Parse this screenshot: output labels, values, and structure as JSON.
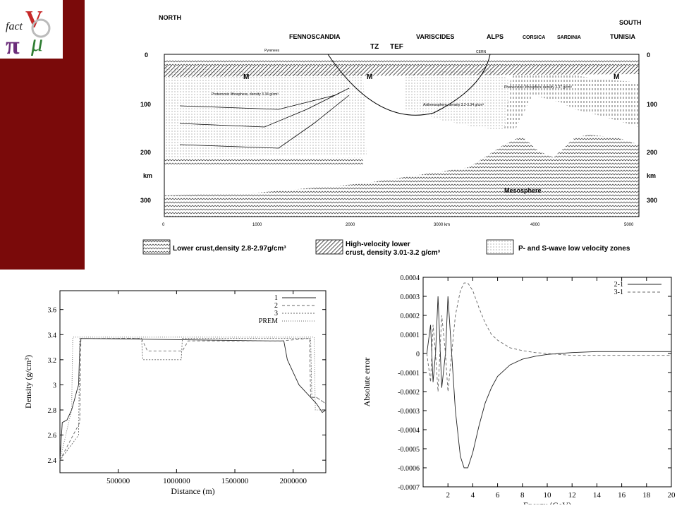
{
  "colors": {
    "sidebar": "#7a0a0a",
    "logo_green": "#2e7d32",
    "logo_purple": "#6b2d7a",
    "logo_red": "#c62828"
  },
  "logo": {
    "text_fact": "fact",
    "text_v": "V",
    "text_pi": "π",
    "text_mu": "μ"
  },
  "section": {
    "regions": [
      "NORTH",
      "FENNOSCANDIA",
      "TZ",
      "TEF",
      "VARISCIDES",
      "ALPS",
      "CORSICA",
      "SARDINIA",
      "SOUTH",
      "TUNISIA"
    ],
    "small_labels": [
      "Pyrenees",
      "CERN",
      "Proterozoic lithosphere, density 3.34 g/cm³",
      "Asthenosphere, density 3.2-3.34 g/cm³",
      "Phanerozoic lithosphere density 3.37 g/cm³",
      "Mesosphere"
    ],
    "moho_marks": [
      "M",
      "M",
      "M"
    ],
    "depth_ticks": [
      "0",
      "100",
      "200",
      "km",
      "300"
    ],
    "distance_ticks": [
      "0",
      "1000",
      "2000",
      "3000  km",
      "4000",
      "5000"
    ],
    "legend": [
      {
        "key": "lower-crust",
        "label": "Lower crust,density 2.8-2.97g/cm³"
      },
      {
        "key": "high-velocity",
        "label": "High-velocity lower crust, density 3.01-3.2 g/cm³"
      },
      {
        "key": "low-velocity",
        "label": "P- and S-wave low velocity zones"
      }
    ]
  },
  "chart_data": [
    {
      "type": "line",
      "xlabel": "Distance (m)",
      "ylabel": "Density (g/cm³)",
      "xlim": [
        0,
        2280000
      ],
      "ylim": [
        2.3,
        3.75
      ],
      "x_ticks": [
        500000,
        1000000,
        1500000,
        2000000
      ],
      "y_ticks": [
        2.4,
        2.6,
        2.8,
        3,
        3.2,
        3.4,
        3.6
      ],
      "legend_position": "top-right",
      "series": [
        {
          "name": "1",
          "x": [
            0,
            20000,
            60000,
            100000,
            130000,
            150000,
            160000,
            170000,
            180000,
            1800000,
            1920000,
            1930000,
            1950000,
            2000000,
            2050000,
            2100000,
            2150000,
            2200000,
            2250000,
            2280000
          ],
          "y": [
            2.4,
            2.7,
            2.72,
            2.8,
            2.9,
            2.97,
            3.0,
            3.3,
            3.37,
            3.35,
            3.35,
            3.3,
            3.2,
            3.1,
            3.0,
            2.95,
            2.9,
            2.85,
            2.78,
            2.8
          ]
        },
        {
          "name": "2",
          "x": [
            0,
            170000,
            180000,
            700000,
            750000,
            1050000,
            1100000,
            1900000,
            2140000,
            2150000,
            2200000,
            2280000
          ],
          "y": [
            2.4,
            2.7,
            3.37,
            3.37,
            3.27,
            3.27,
            3.35,
            3.35,
            3.37,
            2.9,
            2.9,
            2.85
          ]
        },
        {
          "name": "3",
          "x": [
            0,
            160000,
            170000,
            700000,
            710000,
            1040000,
            1050000,
            2150000,
            2160000,
            2200000,
            2280000
          ],
          "y": [
            2.4,
            2.6,
            3.37,
            3.37,
            3.2,
            3.2,
            3.37,
            3.37,
            2.9,
            2.9,
            2.85
          ]
        },
        {
          "name": "PREM",
          "x": [
            0,
            100000,
            110000,
            2180000,
            2190000,
            2280000
          ],
          "y": [
            2.4,
            2.8,
            3.38,
            3.38,
            2.8,
            2.8
          ]
        }
      ]
    },
    {
      "type": "line",
      "xlabel": "Energy (GeV)",
      "ylabel": "Absolute error",
      "xlim": [
        0,
        20
      ],
      "ylim": [
        -0.0007,
        0.0004
      ],
      "x_ticks": [
        2,
        4,
        6,
        8,
        10,
        12,
        14,
        16,
        18,
        20
      ],
      "y_ticks": [
        0.0004,
        0.0003,
        0.0002,
        0.0001,
        0,
        -0.0001,
        -0.0002,
        -0.0003,
        -0.0004,
        -0.0005,
        -0.0006,
        -0.0007
      ],
      "y_tick_labels": [
        "0.0004",
        "0.0003",
        "0.0002",
        "0.0001",
        "0",
        "-0.0001",
        "-0.0002",
        "-0.0003",
        "-0.0004",
        "-0.0005",
        "-0.0006",
        "-0.0007"
      ],
      "legend_position": "top-right",
      "series": [
        {
          "name": "2-1",
          "x": [
            0.3,
            0.6,
            0.8,
            1.0,
            1.2,
            1.5,
            1.8,
            2.0,
            2.3,
            2.6,
            3.0,
            3.3,
            3.6,
            4.0,
            4.5,
            5.0,
            5.5,
            6.0,
            7.0,
            8.0,
            9.0,
            10.0,
            11.0,
            12.0,
            14.0,
            16.0,
            18.0,
            20.0
          ],
          "y": [
            0.0,
            0.00015,
            -0.00015,
            0.0,
            0.0003,
            -0.00018,
            0.0,
            0.0003,
            0.0,
            -0.0003,
            -0.00054,
            -0.0006,
            -0.0006,
            -0.00052,
            -0.00038,
            -0.00026,
            -0.00018,
            -0.00012,
            -6e-05,
            -3e-05,
            -1.5e-05,
            -5e-06,
            0.0,
            5e-06,
            1e-05,
            1e-05,
            1e-05,
            1e-05
          ]
        },
        {
          "name": "3-1",
          "x": [
            0.3,
            0.6,
            0.8,
            1.0,
            1.2,
            1.5,
            1.8,
            2.0,
            2.3,
            2.6,
            3.0,
            3.3,
            3.6,
            4.0,
            4.5,
            5.0,
            5.5,
            6.0,
            7.0,
            8.0,
            9.0,
            10.0,
            11.0,
            12.0,
            14.0,
            16.0,
            18.0,
            20.0
          ],
          "y": [
            0.0,
            -0.00015,
            0.00015,
            0.0,
            -0.0002,
            0.0002,
            0.0,
            -0.0002,
            0.0,
            0.0002,
            0.00033,
            0.00037,
            0.00037,
            0.00033,
            0.00024,
            0.00016,
            0.0001,
            7e-05,
            3e-05,
            1.5e-05,
            5e-06,
            0.0,
            -5e-06,
            -1e-05,
            -1e-05,
            -1e-05,
            -1e-05,
            -1e-05
          ]
        }
      ]
    }
  ]
}
